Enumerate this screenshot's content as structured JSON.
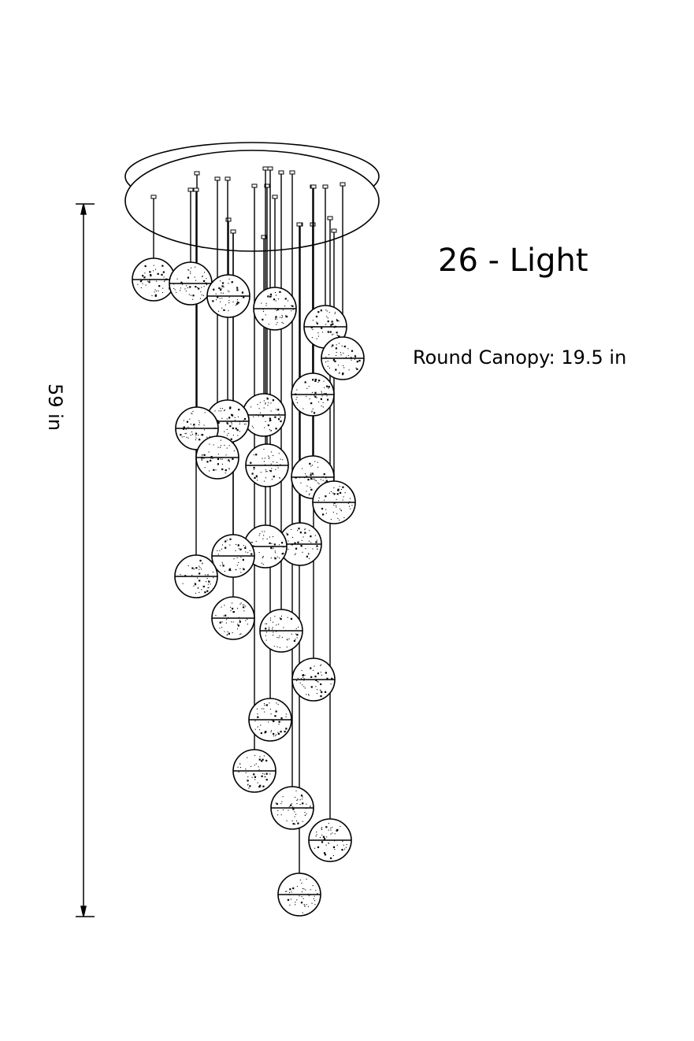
{
  "product": {
    "title": "26 - Light",
    "canopy_label": "Round Canopy: 19.5 in",
    "height_label": "59 in",
    "light_count": 26
  },
  "colors": {
    "line": "#000000",
    "background": "#ffffff"
  }
}
